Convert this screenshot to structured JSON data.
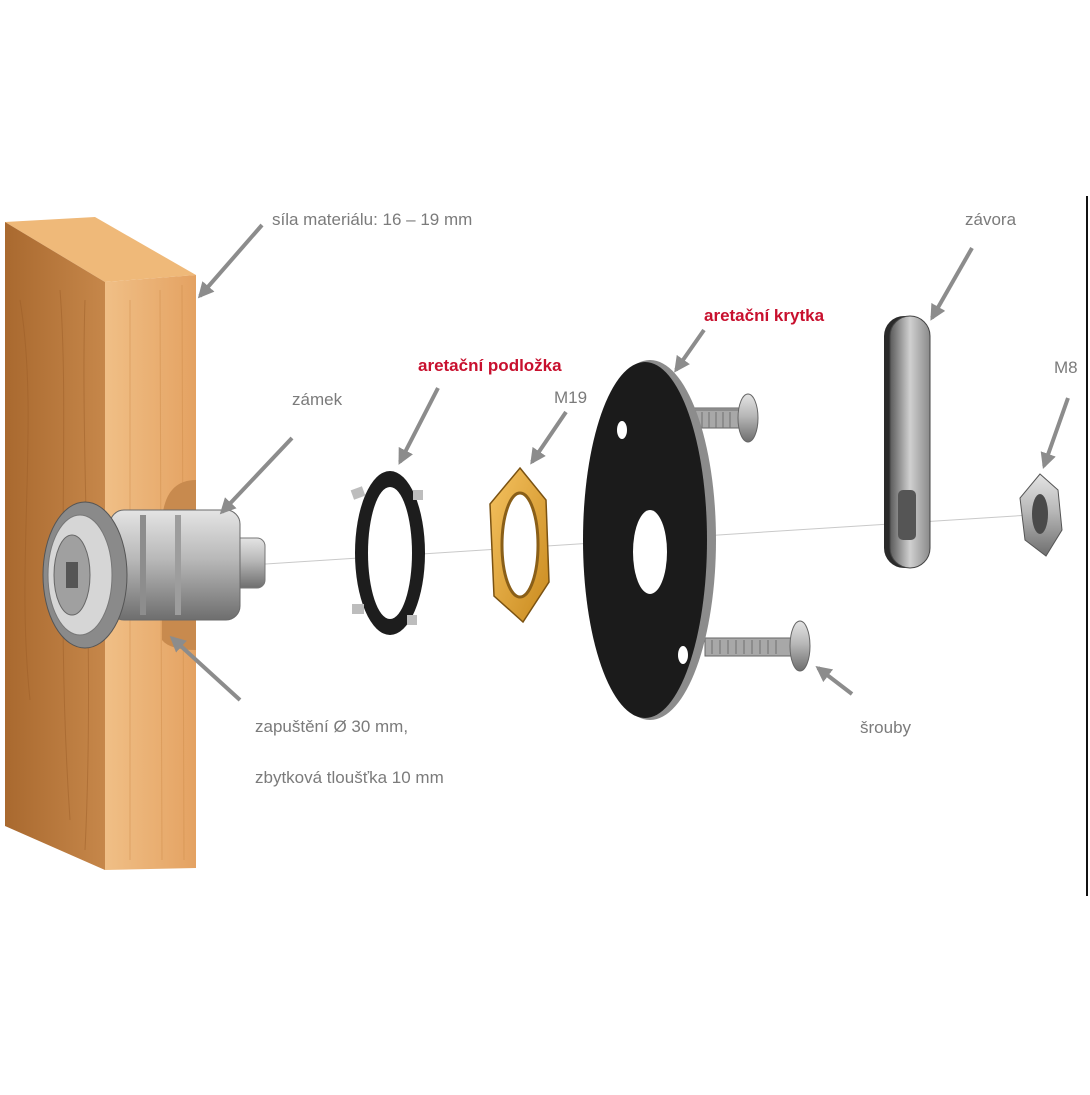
{
  "colors": {
    "label_gray": "#7b7b7b",
    "label_red": "#c8102e",
    "arrow_gray": "#8c8c8c",
    "wood_front": "#e6a86a",
    "wood_side": "#b8773d",
    "wood_top": "#edb676",
    "brass": "#e6a53b",
    "black_part": "#1a1a1a",
    "steel": "#b9b9b9"
  },
  "labels": {
    "material_thickness": "síla materiálu: 16 – 19 mm",
    "lock": "zámek",
    "recess_line1": "zapuštění Ø 30 mm,",
    "recess_line2": "zbytková tloušťka 10 mm",
    "locking_washer": "aretační podložka",
    "nut_m19": "M19",
    "locking_cover": "aretační krytka",
    "latch": "závora",
    "nut_m8": "M8",
    "screws": "šrouby"
  },
  "icons": {
    "wood_panel": "wood-panel-icon",
    "lock_cylinder": "cam-lock-cylinder-icon",
    "locking_washer": "locking-washer-icon",
    "nut_m19": "hex-nut-icon",
    "locking_cover": "round-cover-plate-icon",
    "screw": "countersunk-screw-icon",
    "latch": "cam-latch-bar-icon",
    "nut_m8": "small-hex-nut-icon"
  }
}
